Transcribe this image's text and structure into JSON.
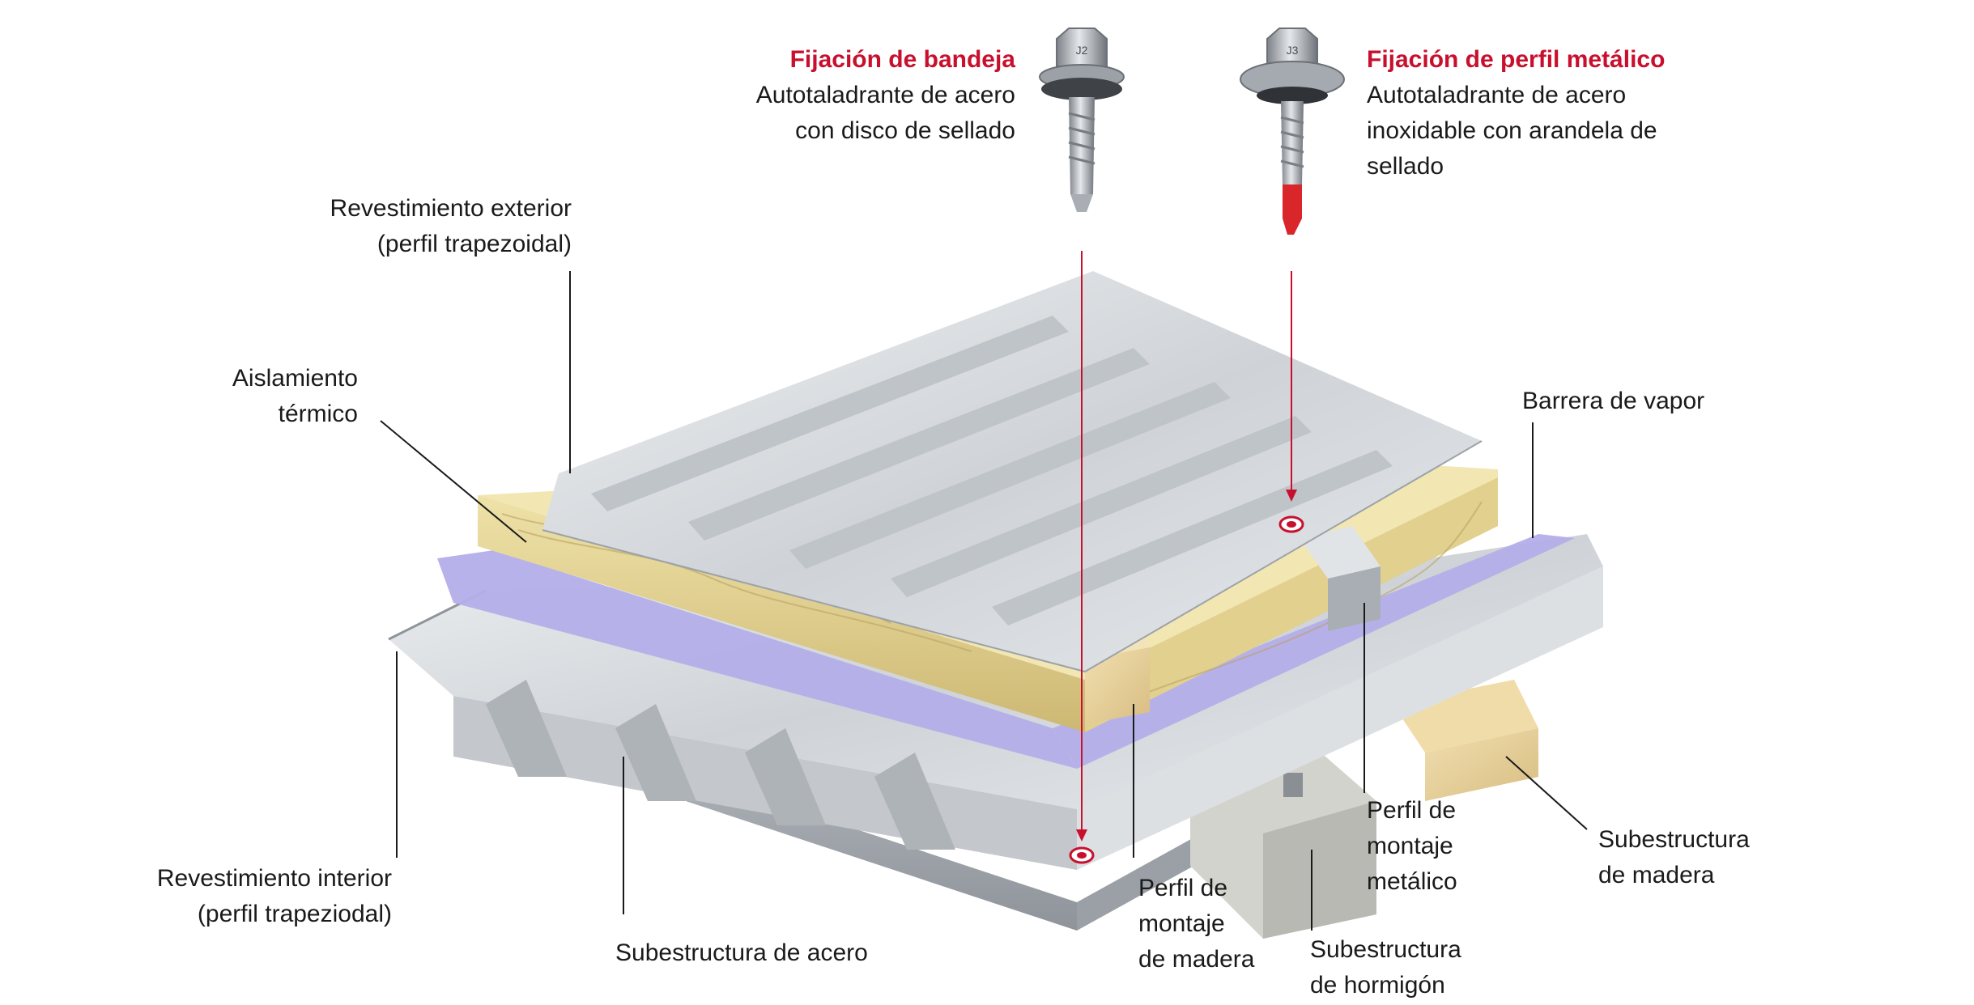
{
  "fasteners": {
    "tray": {
      "title": "Fijación de bandeja",
      "lines": [
        "Autotaladrante de acero",
        "con disco de sellado"
      ],
      "head_mark": "J2"
    },
    "profile": {
      "title": "Fijación de perfil metálico",
      "lines": [
        "Autotaladrante de acero",
        "inoxidable con arandela de",
        "sellado"
      ],
      "head_mark": "J3"
    }
  },
  "labels": {
    "outer_cladding": [
      "Revestimiento exterior",
      "(perfil trapezoidal)"
    ],
    "insulation": [
      "Aislamiento",
      "térmico"
    ],
    "vapour_barrier": [
      "Barrera de vapor"
    ],
    "inner_cladding": [
      "Revestimiento interior",
      "(perfil trapeziodal)"
    ],
    "steel_substructure": [
      "Subestructura de acero"
    ],
    "timber_rail": [
      "Perfil de",
      "montaje",
      "de madera"
    ],
    "metal_rail": [
      "Perfil de",
      "montaje",
      "metálico"
    ],
    "concrete_substructure": [
      "Subestructura",
      "de hormigón"
    ],
    "timber_substructure": [
      "Subestructura",
      "de madera"
    ]
  },
  "colors": {
    "accent_red": "#c8102e",
    "steel": "#d6d9dc",
    "insulation": "#e2d49a",
    "vapour_barrier": "#a9a4e6",
    "timber": "#e8d3a2",
    "concrete": "#cfcfca"
  }
}
